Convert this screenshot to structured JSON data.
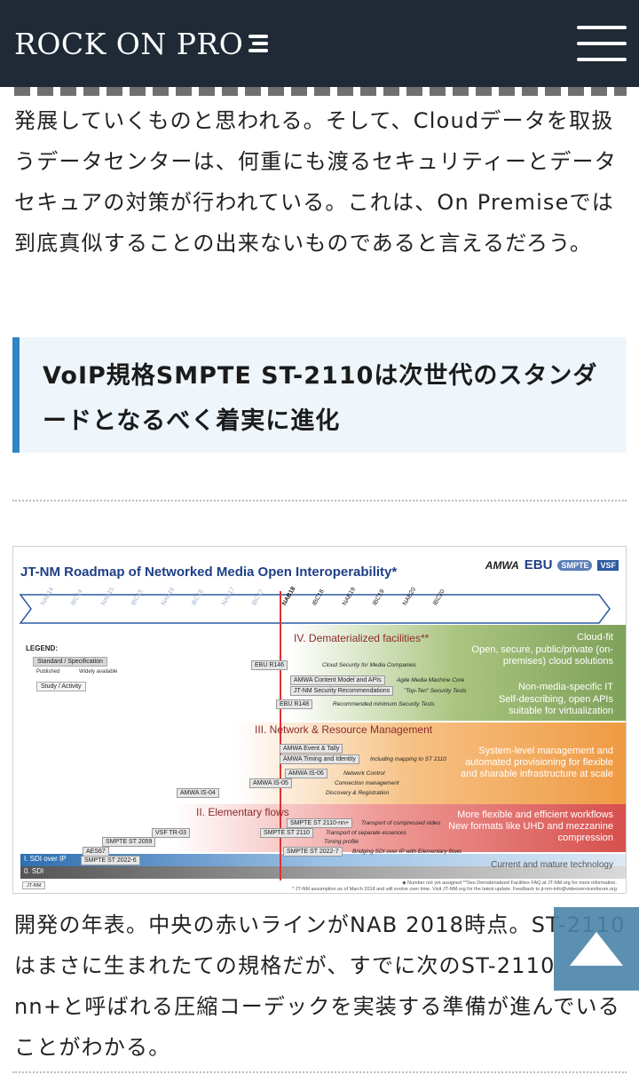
{
  "header": {
    "logo_text": "ROCK ON PRO",
    "logo_mark_icon": "triple-bar-logo-icon",
    "menu_icon": "hamburger-menu-icon",
    "background_color": "#1f2a36"
  },
  "article": {
    "para_top": "発展していくものと思われる。そして、Cloudデータを取扱うデータセンターは、何重にも渡るセキュリティーとデータセキュアの対策が行われている。これは、On Premiseでは到底真似することの出来ないものであると言えるだろう。",
    "heading": "VoIP規格SMPTE ST-2110は次世代のスタンダードとなるべく着実に進化",
    "para_bottom": "開発の年表。中央の赤いラインがNAB 2018時点。ST-2110はまさに生まれたての規格だが、すでに次のST-2110 nn+と呼ばれる圧縮コーデックを実装する準備が進んでいることがわかる。",
    "heading_accent_color": "#2d86c2"
  },
  "figure": {
    "title": "JT-NM Roadmap of Networked Media Open Interoperability*",
    "logos": [
      "AMWA",
      "EBU",
      "SMPTE",
      "VSF"
    ],
    "timeline": [
      "NAB14",
      "IBC14",
      "NAB15",
      "IBC15",
      "NAB16",
      "IBC16",
      "NAB17",
      "IBC17",
      "NAB18",
      "IBC18",
      "NAB19",
      "IBC19",
      "NAB20",
      "IBC20"
    ],
    "legend": {
      "title": "LEGEND:",
      "standard": "Standard / Specification",
      "published": "Published",
      "widely": "Widely available",
      "study": "Study / Activity"
    },
    "sections": {
      "dematerialized": "IV. Dematerialized facilities**",
      "network": "III. Network & Resource Management",
      "elementary": "II. Elementary flows",
      "sdi_over_ip": "I. SDI over IP",
      "sdi": "0. SDI"
    },
    "band_texts": {
      "cloud_title": "Cloud-fit",
      "cloud_desc": "Open, secure, public/private (on-premises) cloud solutions",
      "nonmedia_title": "Non-media-specific IT",
      "nonmedia_desc": "Self-describing, open APIs suitable for virtualization",
      "network_desc": "System-level management and automated provisioning for flexible and sharable infrastructure at scale",
      "elementary_desc": "More flexible and efficient workflows New formats like UHD and mezzanine compression",
      "current": "Current and mature technology"
    },
    "bars": {
      "ebu_r146": "EBU R146",
      "ebu_r146_desc": "Cloud Security for Media Companies",
      "amwa_cm": "AMWA Content Model and APIs",
      "amwa_cm_desc": "Agile Media Machine Core",
      "jtnm_sec": "JT-NM Security Recommendations",
      "jtnm_sec_desc": "\"Top-Ten\" Security Tests",
      "ebu_r148": "EBU R148",
      "ebu_r148_desc": "Recommended minimum Security Tests",
      "amwa_event": "AMWA Event & Tally",
      "amwa_timing": "AMWA Timing and Identity",
      "amwa_timing_desc": "Including mapping to ST 2110",
      "amwa_is06": "AMWA IS-06",
      "amwa_is06_desc": "Network Control",
      "amwa_is05": "AMWA IS-05",
      "amwa_is05_desc": "Connection management",
      "amwa_is04": "AMWA IS-04",
      "amwa_is04_desc": "Discovery & Registration",
      "st2110nn": "SMPTE ST 2110-nn+",
      "st2110nn_desc": "Transport of compressed video",
      "st2110": "SMPTE ST 2110",
      "st2110_desc": "Transport of separate essences",
      "vsf_tr03": "VSF TR-03",
      "st2059": "SMPTE ST 2059",
      "st2059_desc": "Timing profile",
      "aes67": "AES67",
      "st2022_7": "SMPTE ST 2022-7",
      "st2022_7_desc": "Bridging SDI over IP with Elementary flows",
      "st2022_6": "SMPTE ST 2022-6"
    },
    "footnote_1": "◆ Number not yet assigned   **See Dematerialized Facilities FAQ at JT-NM.org for more information.",
    "footnote_2": "* JT-NM assumption as of March 2018 and will evolve over time. Visit JT-NM.org for the latest update. Feedback to jt-nm-info@videoservicesforum.org",
    "cc_label": "JT-NM"
  },
  "back_to_top_icon": "triangle-up-icon"
}
